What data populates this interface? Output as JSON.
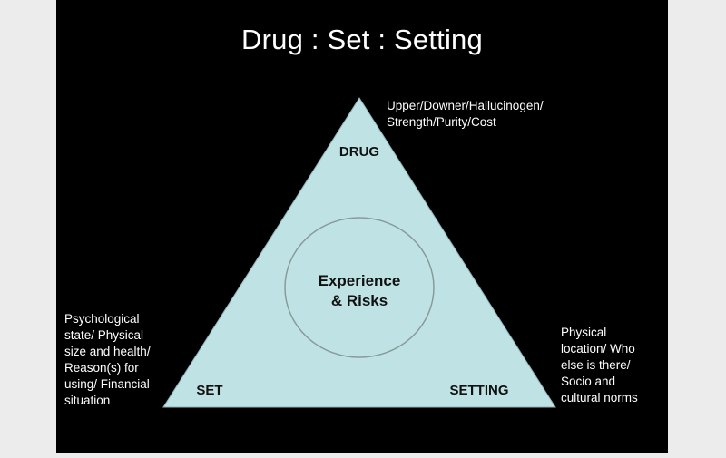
{
  "title": "Drug : Set : Setting",
  "center": {
    "line1": "Experience",
    "line2": "& Risks"
  },
  "vertices": {
    "drug": "DRUG",
    "set": "SET",
    "setting": "SETTING"
  },
  "notes": {
    "drug": "Upper/Downer/Hallucinogen/\nStrength/Purity/Cost",
    "set": "Psychological\nstate/ Physical\nsize and health/\nReason(s) for\nusing/ Financial\nsituation",
    "setting": "Physical\nlocation/ Who\nelse is there/\nSocio and\ncultural norms"
  },
  "colors": {
    "slide_background": "#000000",
    "triangle_fill": "#bfe3e4",
    "circle_stroke": "#8a9a9b",
    "text_light": "#ffffff",
    "text_dark": "#111111"
  }
}
